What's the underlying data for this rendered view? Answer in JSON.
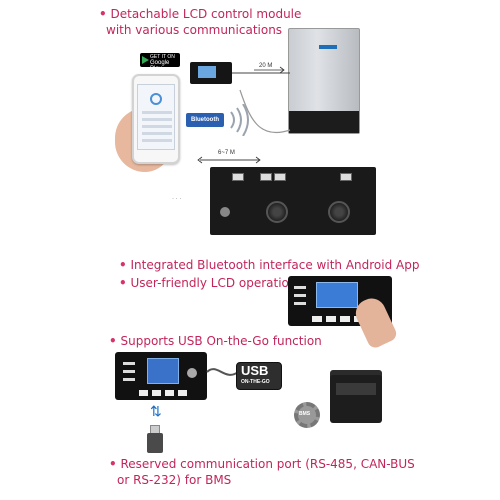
{
  "sections": {
    "detachable": {
      "line1": "Detachable LCD control module",
      "line2": "with various  communications"
    },
    "bluetooth": "Integrated Bluetooth interface with Android App",
    "lcd_operation": "User-friendly LCD operation",
    "usb": "Supports USB On-the-Go function",
    "reserved": {
      "line1": "Reserved communication port (RS-485, CAN-BUS",
      "line2": "or RS-232) for BMS"
    }
  },
  "bullet": "•",
  "diagram": {
    "cable_20m": "20 M",
    "cable_6_7m": "6~7 M",
    "google_play_small": "GET IT ON",
    "google_play": "Google Play",
    "bluetooth_badge": "Bluetooth",
    "usb_logo": "USB",
    "usb_logo_sub": "ON-THE-GO",
    "bms_label": "BMS"
  },
  "colors": {
    "accent": "#d6336c",
    "text": "#333333"
  }
}
